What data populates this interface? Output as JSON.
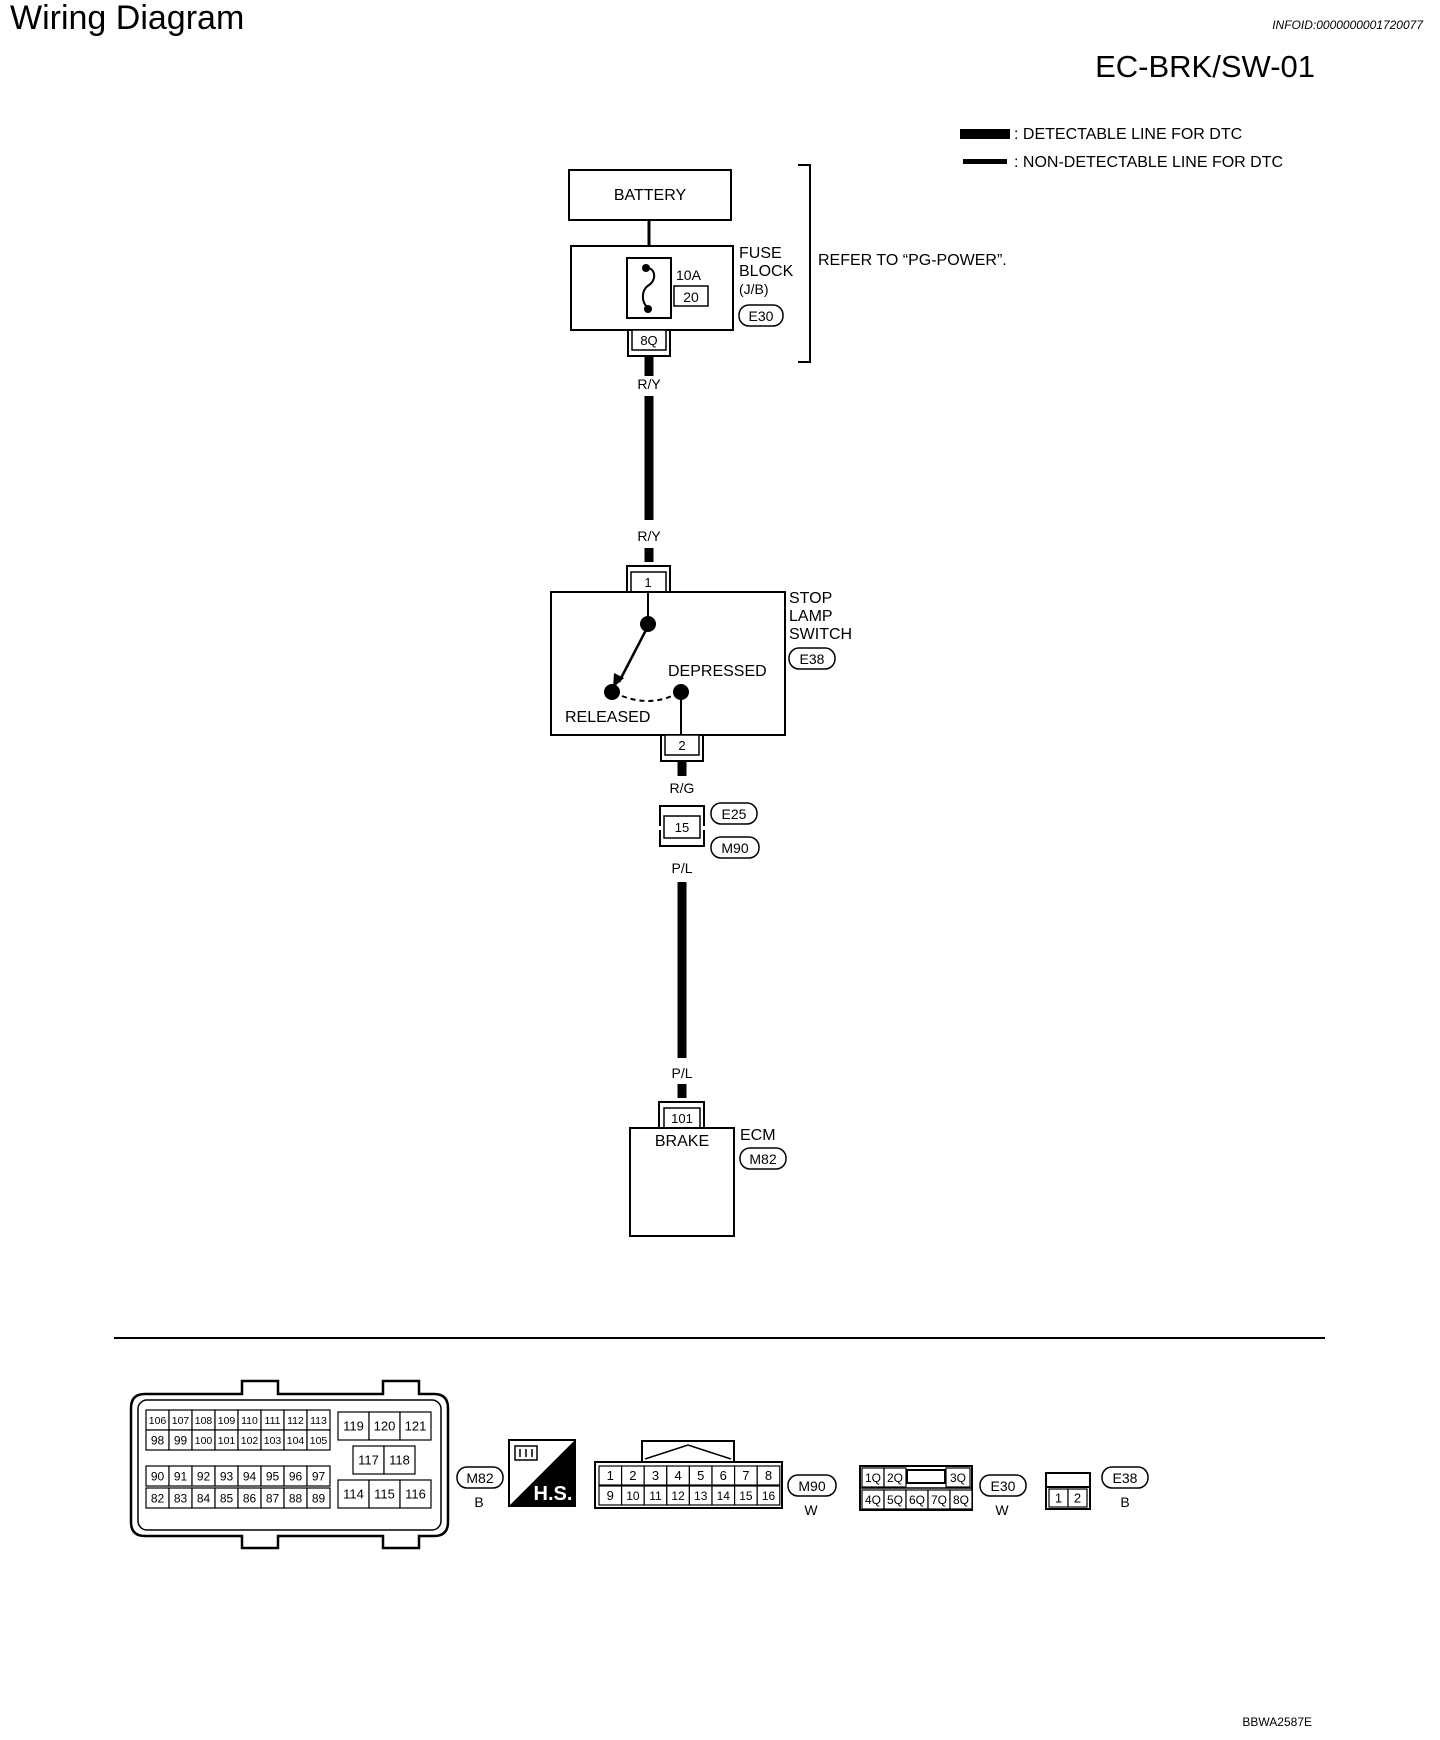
{
  "header": {
    "title": "Wiring Diagram",
    "infoid": "INFOID:0000000001720077",
    "doc_code": "EC-BRK/SW-01"
  },
  "legend": {
    "detectable": ": DETECTABLE LINE FOR DTC",
    "non_detectable": ": NON-DETECTABLE LINE FOR DTC"
  },
  "battery": {
    "label": "BATTERY"
  },
  "fuse_block": {
    "name_line1": "FUSE",
    "name_line2": "BLOCK",
    "name_line3": "(J/B)",
    "connector": "E30",
    "fuse_rating": "10A",
    "fuse_number": "20",
    "terminal": "8Q"
  },
  "refer_note": "REFER TO “PG-POWER”.",
  "wires": {
    "fuse_to_switch_top": "R/Y",
    "fuse_to_switch_bottom": "R/Y",
    "switch_out": "R/G",
    "harness_out_top": "P/L",
    "harness_out_bottom": "P/L"
  },
  "stop_lamp_switch": {
    "name_line1": "STOP",
    "name_line2": "LAMP",
    "name_line3": "SWITCH",
    "connector": "E38",
    "terminal_in": "1",
    "terminal_out": "2",
    "state_depressed": "DEPRESSED",
    "state_released": "RELEASED"
  },
  "harness_connector": {
    "terminal": "15",
    "connector_top": "E25",
    "connector_bottom": "M90"
  },
  "ecm": {
    "name": "ECM",
    "connector": "M82",
    "terminal": "101",
    "input_label": "BRAKE"
  },
  "connector_views": {
    "m82": {
      "id": "M82",
      "color": "B",
      "row1": [
        "106",
        "107",
        "108",
        "109",
        "110",
        "111",
        "112",
        "113"
      ],
      "row2": [
        "98",
        "99",
        "100",
        "101",
        "102",
        "103",
        "104",
        "105"
      ],
      "row3": [
        "90",
        "91",
        "92",
        "93",
        "94",
        "95",
        "96",
        "97"
      ],
      "row4": [
        "82",
        "83",
        "84",
        "85",
        "86",
        "87",
        "88",
        "89"
      ],
      "right_top": [
        "119",
        "120",
        "121"
      ],
      "right_mid": [
        "117",
        "118"
      ],
      "right_bottom": [
        "114",
        "115",
        "116"
      ]
    },
    "hs_label": "H.S.",
    "m90": {
      "id": "M90",
      "color": "W",
      "top": [
        "1",
        "2",
        "3",
        "4",
        "5",
        "6",
        "7",
        "8"
      ],
      "bottom": [
        "9",
        "10",
        "11",
        "12",
        "13",
        "14",
        "15",
        "16"
      ]
    },
    "e30": {
      "id": "E30",
      "color": "W",
      "top": [
        "1Q",
        "2Q",
        "3Q"
      ],
      "bottom": [
        "4Q",
        "5Q",
        "6Q",
        "7Q",
        "8Q"
      ]
    },
    "e38": {
      "id": "E38",
      "color": "B",
      "pins": [
        "1",
        "2"
      ]
    }
  },
  "footer_code": "BBWA2587E"
}
